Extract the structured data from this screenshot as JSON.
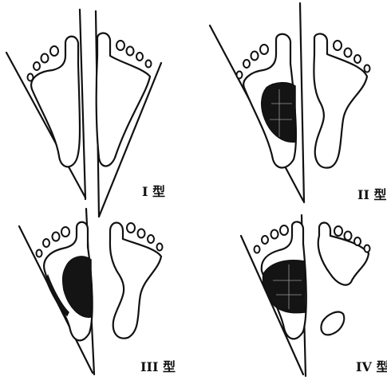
{
  "panels": [
    {
      "label": "I 型"
    },
    {
      "label": "II 型"
    },
    {
      "label": "III 型"
    },
    {
      "label": "IV 型"
    }
  ],
  "colors": {
    "ink": "#111111",
    "background": "#ffffff"
  }
}
